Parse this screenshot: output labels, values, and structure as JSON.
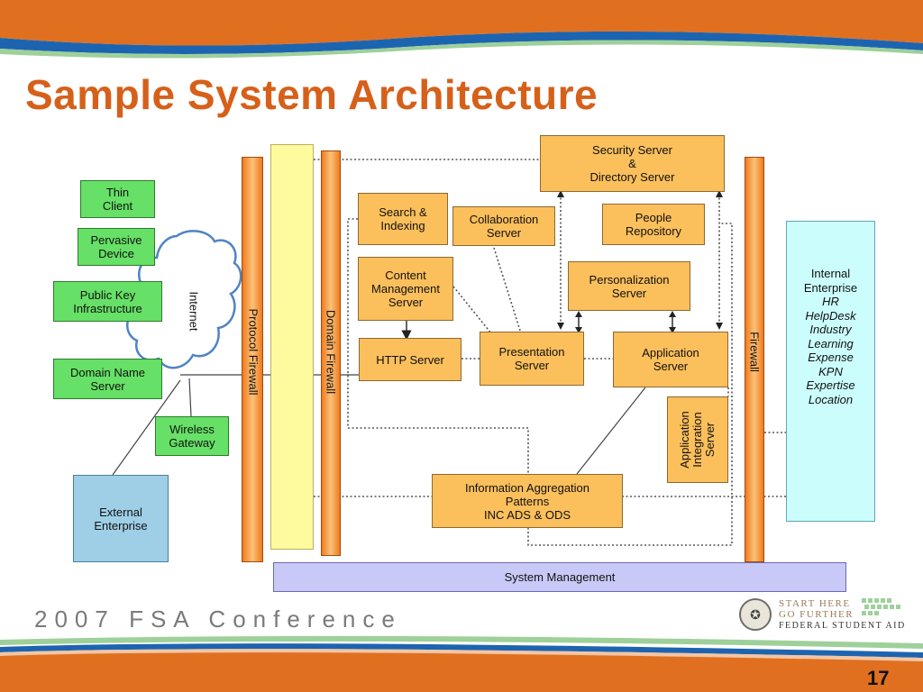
{
  "slide": {
    "title": "Sample System Architecture",
    "footer": "2007 FSA Conference",
    "page_number": "17",
    "logo": {
      "line1": "START HERE",
      "line2": "GO FURTHER",
      "line3": "FEDERAL STUDENT AID",
      "seal_icon": "seal-icon"
    }
  },
  "diagram": {
    "thin_client": "Thin\nClient",
    "pervasive_device": "Pervasive\nDevice",
    "public_key": "Public Key\nInfrastructure",
    "domain_name_server": "Domain Name\nServer",
    "wireless_gateway": "Wireless\nGateway",
    "external_enterprise": "External\nEnterprise",
    "internet": "Internet",
    "protocol_firewall": "Protocol Firewall",
    "domain_firewall": "Domain Firewall",
    "firewall": "Firewall",
    "security_server": "Security Server\n&\nDirectory Server",
    "search_indexing": "Search &\nIndexing",
    "collaboration_server": "Collaboration\nServer",
    "people_repository": "People\nRepository",
    "content_management_server": "Content\nManagement\nServer",
    "personalization_server": "Personalization\nServer",
    "http_server": "HTTP Server",
    "presentation_server": "Presentation\nServer",
    "application_server": "Application\nServer",
    "application_integration_server": "Application\nIntegration\nServer",
    "information_aggregation": "Information Aggregation\nPatterns\nINC ADS & ODS",
    "system_management": "System Management",
    "internal_enterprise": {
      "title": "Internal\nEnterprise",
      "items": [
        "HR",
        "HelpDesk",
        "Industry",
        "Learning",
        "Expense",
        "KPN",
        "Expertise",
        "Location"
      ]
    }
  },
  "colors": {
    "title": "#d6601a",
    "client_boxes": "#66e066",
    "server_boxes": "#fbbf5c",
    "firewall_bars": "#f07a1c",
    "header_band": "#e07020",
    "accent_blue": "#1a5fa8"
  }
}
